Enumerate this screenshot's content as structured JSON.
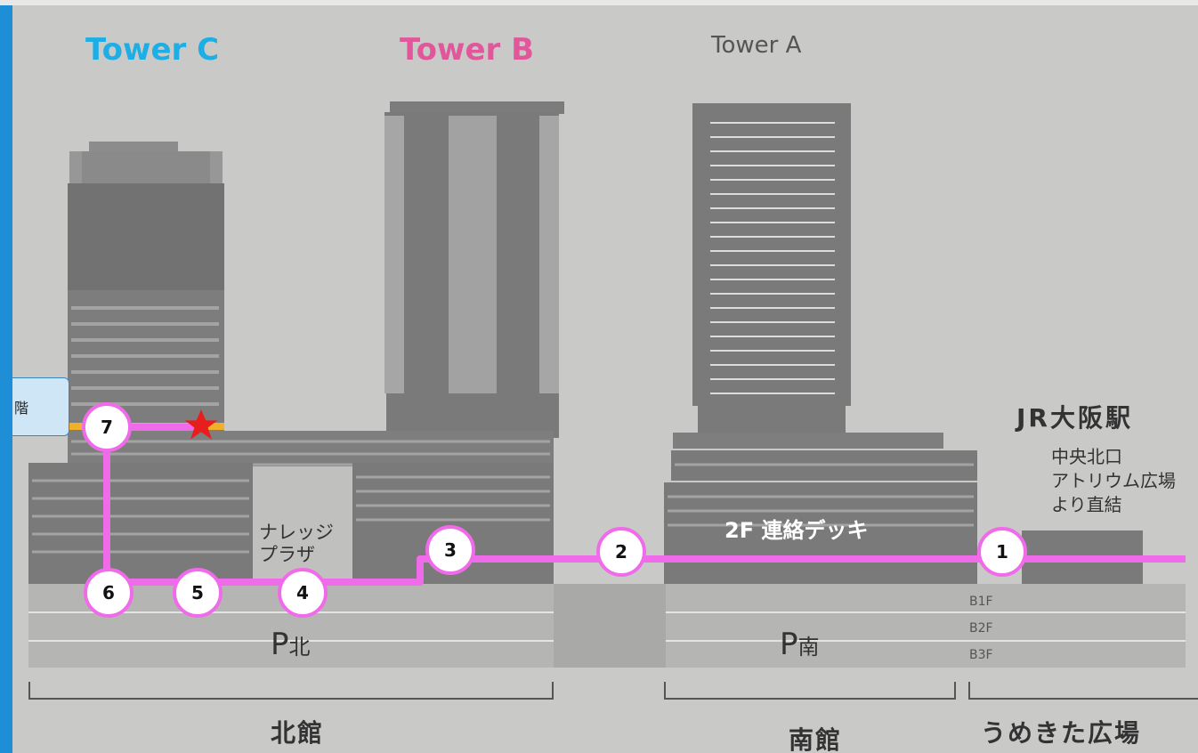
{
  "towers": {
    "c": "Tower C",
    "b": "Tower B",
    "a": "Tower A"
  },
  "callout": "階",
  "station": {
    "title": "JR大阪駅",
    "sub": "中央北口\nアトリウム広場\nより直結"
  },
  "knowledge_plaza": "ナレッジ\nプラザ",
  "deck_label": "2F 連絡デッキ",
  "floors": [
    "B1F",
    "B2F",
    "B3F"
  ],
  "parking": {
    "north_p": "P",
    "north": "北",
    "south_p": "P",
    "south": "南"
  },
  "sections": {
    "north": "北館",
    "south": "南館",
    "umekita": "うめきた広場"
  },
  "route_markers": [
    "1",
    "2",
    "3",
    "4",
    "5",
    "6",
    "7"
  ],
  "colors": {
    "route": "#f06bea",
    "tower_c": "#1daee6",
    "tower_b": "#e2569b",
    "star": "#e81e1e",
    "highlight": "#f2b02a"
  }
}
